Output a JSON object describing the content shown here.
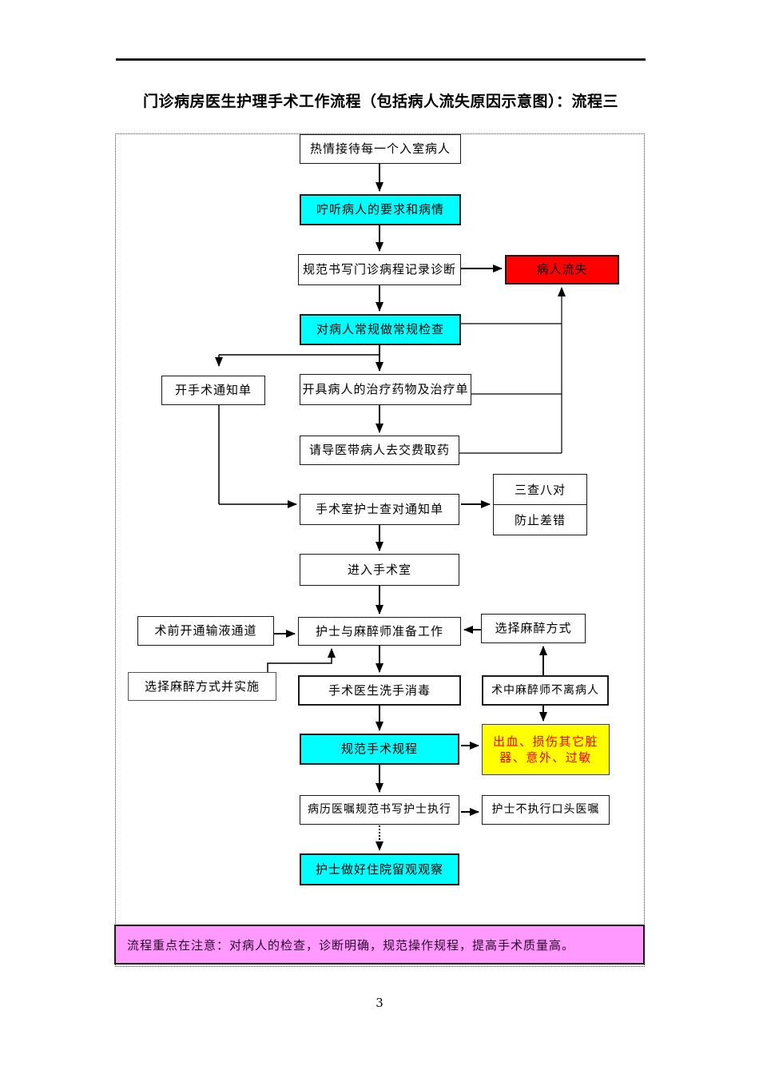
{
  "page": {
    "title": "门诊病房医生护理手术工作流程（包括病人流失原因示意图）：流程三",
    "page_number": "3"
  },
  "colors": {
    "cyan": "#00ffff",
    "red": "#ff0000",
    "yellow": "#ffff00",
    "pink": "#ff99ff",
    "complication_text": "#ff0000"
  },
  "nodes": {
    "welcome": "热情接待每一个入室病人",
    "listen": "咛听病人的要求和病情",
    "record": "规范书写门诊病程记录诊断",
    "patient_loss": "病人流失",
    "routine_exam": "对病人常规做常规检查",
    "surgery_notice": "开手术通知单",
    "prescribe": "开具病人的治疗药物及治疗单",
    "guide_payment": "请导医带病人去交费取药",
    "nurse_verify": "手术室护士查对通知单",
    "three_checks": "三查八对",
    "prevent_errors": "防止差错",
    "enter_room": "进入手术室",
    "iv_channel": "术前开通输液通道",
    "prepare_work": "护士与麻醉师准备工作",
    "choose_anesthesia": "选择麻醉方式",
    "implement_anesthesia": "选择麻醉方式并实施",
    "hand_disinfect": "手术医生洗手消毒",
    "anesthetist_stay": "术中麻醉师不离病人",
    "standard_procedure": "规范手术规程",
    "complications": "出血、损伤其它脏器、意外、过敏",
    "orders_execute": "病历医嘱规范书写护士执行",
    "no_verbal_orders": "护士不执行口头医嘱",
    "ward_observation": "护士做好住院留观观察"
  },
  "note": {
    "text": "流程重点在注意：对病人的检查，诊断明确，规范操作规程，提高手术质量高。"
  }
}
